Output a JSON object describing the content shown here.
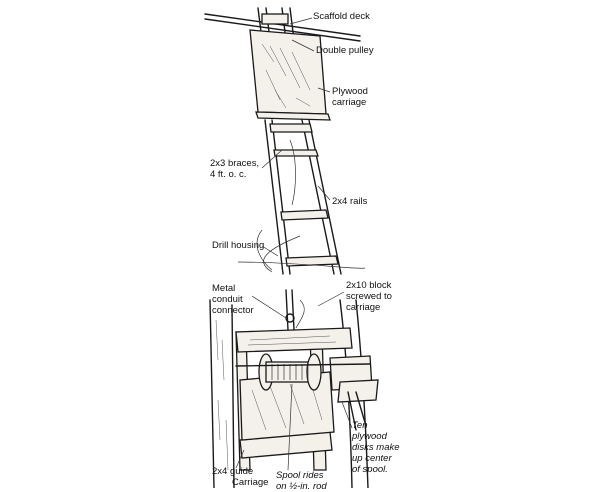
{
  "labels": {
    "scaffold_deck": "Scaffold deck",
    "double_pulley": "Double pulley",
    "plywood_carriage": "Plywood\ncarriage",
    "braces": "2x3 braces,\n4 ft. o. c.",
    "rails": "2x4 rails",
    "drill_housing": "Drill housing",
    "metal_conduit": "Metal\nconduit\nconnector",
    "block": "2x10 block\nscrewed to\ncarriage",
    "ten_disks": "Ten\nplywood\ndisks make\nup center\nof spool.",
    "guide": "2x4 guide",
    "carriage_bottom": "Carriage",
    "spool_rides": "Spool rides\non ½-in. rod"
  }
}
